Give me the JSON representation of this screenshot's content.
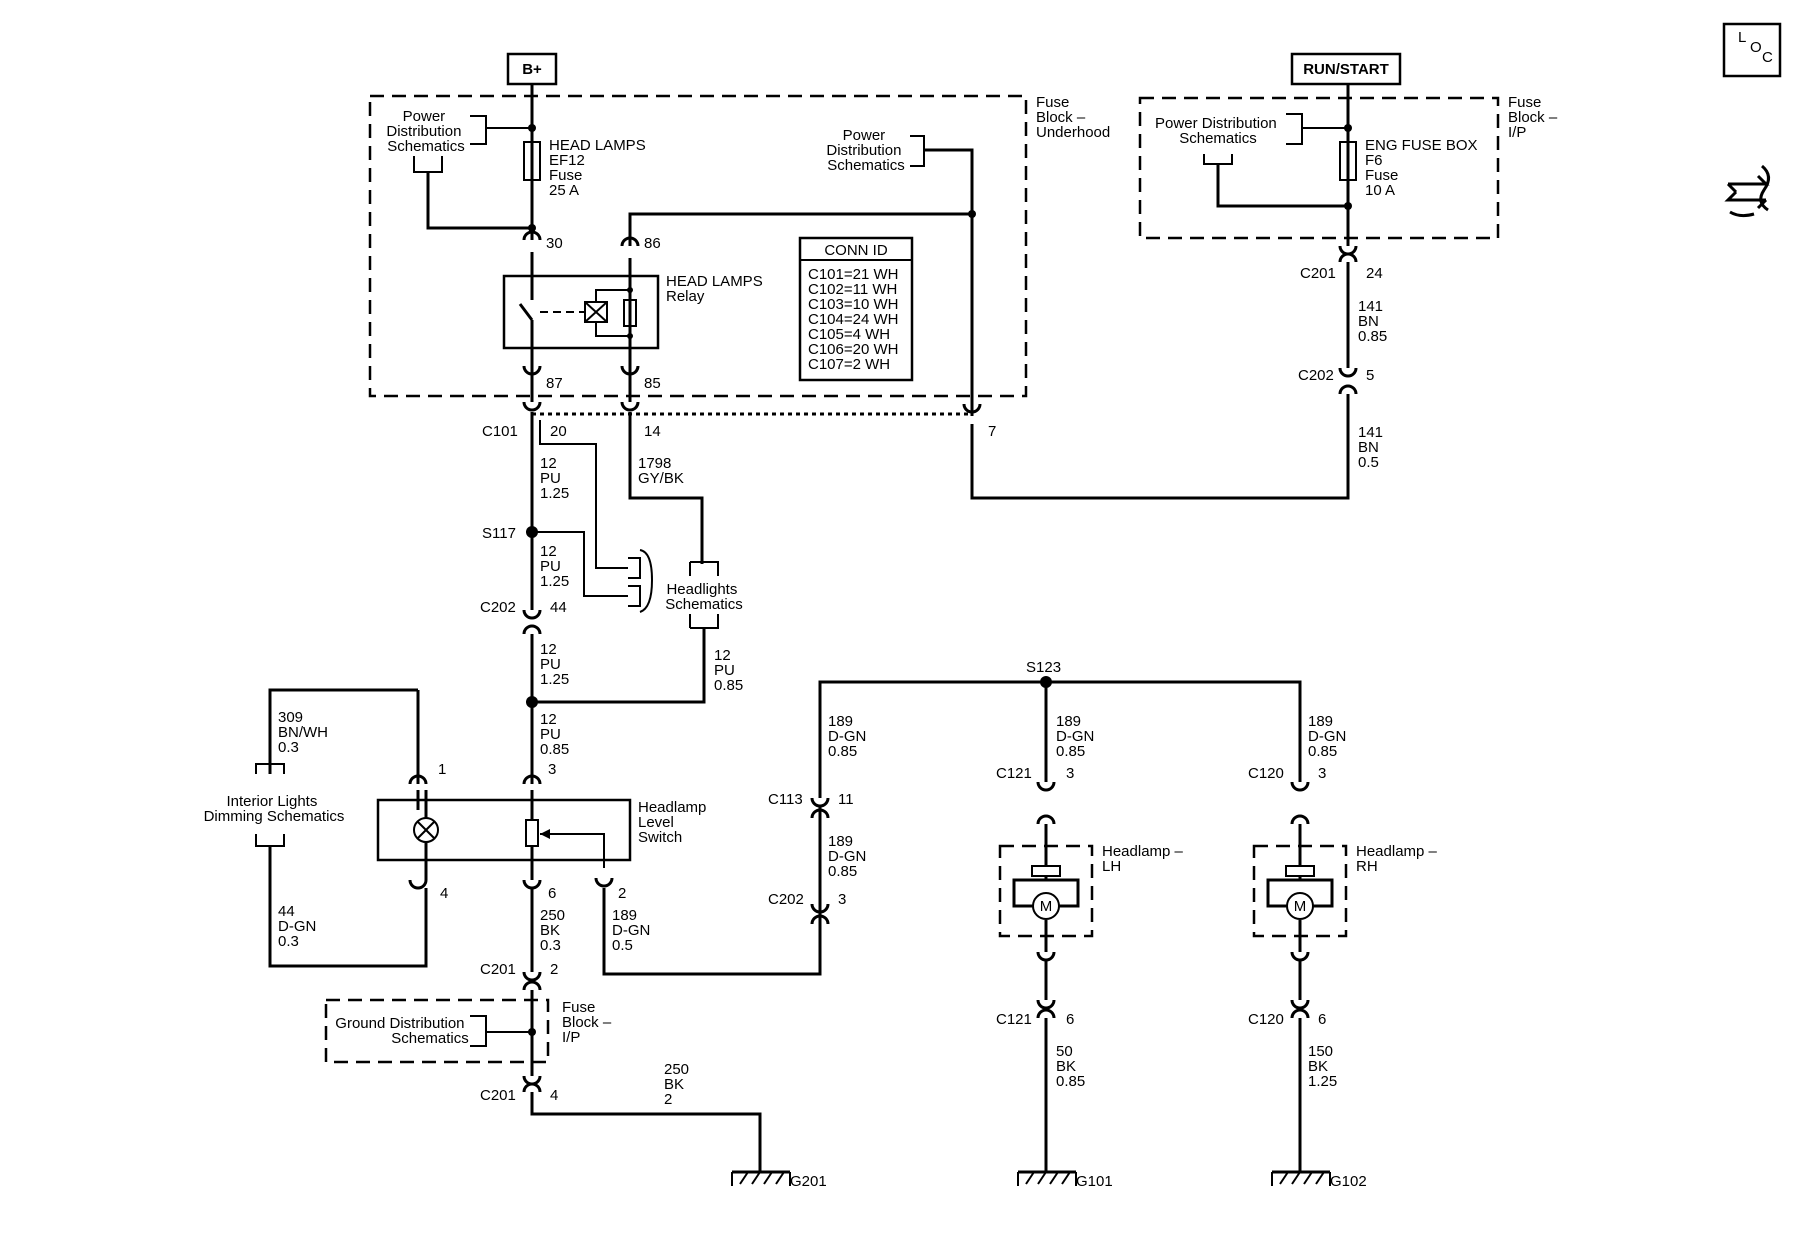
{
  "supplies": {
    "bplus": "B+",
    "runstart": "RUN/START"
  },
  "blocks": {
    "fuse_underhood": [
      "Fuse",
      "Block –",
      "Underhood"
    ],
    "fuse_ip_top": [
      "Fuse",
      "Block –",
      "I/P"
    ],
    "fuse_ip_bottom": [
      "Fuse",
      "Block –",
      "I/P"
    ]
  },
  "fuses": {
    "ef12": [
      "HEAD LAMPS",
      "EF12",
      "Fuse",
      "25 A"
    ],
    "f6": [
      "ENG FUSE BOX",
      "F6",
      "Fuse",
      "10 A"
    ]
  },
  "relay": {
    "name": [
      "HEAD LAMPS",
      "Relay"
    ],
    "pins": [
      "30",
      "86",
      "87",
      "85"
    ]
  },
  "refs": {
    "power_dist_1": [
      "Power",
      "Distribution",
      "Schematics"
    ],
    "power_dist_2": [
      "Power",
      "Distribution",
      "Schematics"
    ],
    "power_dist_3": [
      "Power Distribution",
      "Schematics"
    ],
    "headlights": [
      "Headlights",
      "Schematics"
    ],
    "interior_dimming": [
      "Interior Lights",
      "Dimming Schematics"
    ],
    "ground_dist": [
      "Ground Distribution",
      "Schematics"
    ]
  },
  "conn_id": {
    "title": "CONN ID",
    "rows": [
      "C101=21 WH",
      "C102=11 WH",
      "C103=10 WH",
      "C104=24 WH",
      "C105=4 WH",
      "C106=20 WH",
      "C107=2 WH"
    ]
  },
  "connectors": {
    "c101": "C101",
    "c101_p20": "20",
    "c101_p14": "14",
    "c101_p7": "7",
    "c201_top": "C201",
    "c201_top_pin": "24",
    "c202_top": "C202",
    "c202_top_pin": "5",
    "s117": "S117",
    "c202_mid": "C202",
    "c202_mid_pin": "44",
    "c201_mid": "C201",
    "c201_mid_pin": "2",
    "c201_bot": "C201",
    "c201_bot_pin": "4",
    "s123": "S123",
    "c113": "C113",
    "c113_pin": "11",
    "c202_low": "C202",
    "c202_low_pin": "3",
    "c121_top": "C121",
    "c121_top_pin": "3",
    "c121_bot": "C121",
    "c121_bot_pin": "6",
    "c120_top": "C120",
    "c120_top_pin": "3",
    "c120_bot": "C120",
    "c120_bot_pin": "6",
    "sw_pin1": "1",
    "sw_pin3": "3",
    "sw_pin4": "4",
    "sw_pin6": "6",
    "sw_pin2": "2"
  },
  "wires": {
    "w141_a": [
      "141",
      "BN",
      "0.85"
    ],
    "w141_b": [
      "141",
      "BN",
      "0.5"
    ],
    "w12_a": [
      "12",
      "PU",
      "1.25"
    ],
    "w1798": [
      "1798",
      "GY/BK"
    ],
    "w12_b": [
      "12",
      "PU",
      "1.25"
    ],
    "w12_c": [
      "12",
      "PU",
      "1.25"
    ],
    "w12_d": [
      "12",
      "PU",
      "0.85"
    ],
    "w12_e": [
      "12",
      "PU",
      "0.85"
    ],
    "w309": [
      "309",
      "BN/WH",
      "0.3"
    ],
    "w44": [
      "44",
      "D-GN",
      "0.3"
    ],
    "w250_a": [
      "250",
      "BK",
      "0.3"
    ],
    "w189_a": [
      "189",
      "D-GN",
      "0.5"
    ],
    "w250_b": [
      "250",
      "BK",
      "2"
    ],
    "w189_b": [
      "189",
      "D-GN",
      "0.85"
    ],
    "w189_c": [
      "189",
      "D-GN",
      "0.85"
    ],
    "w189_d": [
      "189",
      "D-GN",
      "0.85"
    ],
    "w189_e": [
      "189",
      "D-GN",
      "0.85"
    ],
    "w50": [
      "50",
      "BK",
      "0.85"
    ],
    "w150": [
      "150",
      "BK",
      "1.25"
    ]
  },
  "components": {
    "level_switch": [
      "Headlamp",
      "Level",
      "Switch"
    ],
    "lamp_lh": [
      "Headlamp –",
      "LH"
    ],
    "lamp_rh": [
      "Headlamp –",
      "RH"
    ],
    "motor": "M"
  },
  "grounds": {
    "g201": "G201",
    "g101": "G101",
    "g102": "G102"
  },
  "icons": {
    "loc": [
      "L",
      "O",
      "C"
    ]
  }
}
